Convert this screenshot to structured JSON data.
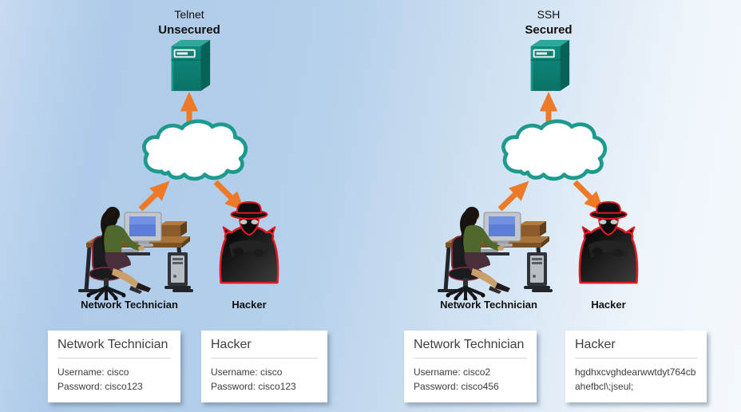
{
  "colors": {
    "background_blue": "#aecbe9",
    "background_light": "#f5f9fd",
    "cloud_teal": "#1d9a8d",
    "server_teal": "#0c8074",
    "arrow_orange": "#ee7a28",
    "hacker_outline_red": "#e11b23",
    "card_background": "#ffffff",
    "label_black": "#111111"
  },
  "panels": {
    "left": {
      "protocol_label": "Telnet",
      "security_label": "Unsecured",
      "technician_label": "Network Technician",
      "hacker_label": "Hacker",
      "technician_card": {
        "title": "Network Technician",
        "line1": "Username: cisco",
        "line2": "Password: cisco123"
      },
      "hacker_card": {
        "title": "Hacker",
        "line1": "Username: cisco",
        "line2": "Password: cisco123"
      }
    },
    "right": {
      "protocol_label": "SSH",
      "security_label": "Secured",
      "technician_label": "Network Technician",
      "hacker_label": "Hacker",
      "technician_card": {
        "title": "Network Technician",
        "line1": "Username: cisco2",
        "line2": "Password: cisco456"
      },
      "hacker_card": {
        "title": "Hacker",
        "line1": "hgdhxcvghdearwwtdyt764cb",
        "line2": "ahefbcl\\;jseul;"
      }
    }
  }
}
